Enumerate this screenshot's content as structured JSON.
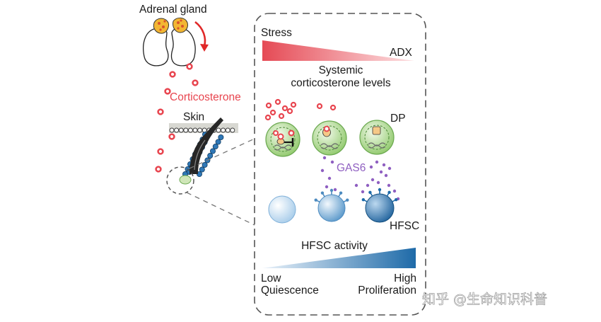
{
  "left": {
    "adrenal_label": "Adrenal gland",
    "corticosterone_label": "Corticosterone",
    "skin_label": "Skin"
  },
  "panel": {
    "stress_label": "Stress",
    "adx_label": "ADX",
    "systemic_line1": "Systemic",
    "systemic_line2": "corticosterone levels",
    "dp_label": "DP",
    "gas6_label": "GAS6",
    "hfsc_label": "HFSC",
    "activity_label": "HFSC activity",
    "low_label": "Low",
    "quiescence_label": "Quiescence",
    "high_label": "High",
    "proliferation_label": "Proliferation"
  },
  "watermark": "知乎 @生命知识科普",
  "colors": {
    "corticosterone": "#e8454f",
    "gas6": "#8f5fc1",
    "hfsc_blue": "#1e6aa8",
    "dp_green": "#8fc86a",
    "dashed": "#555555"
  }
}
